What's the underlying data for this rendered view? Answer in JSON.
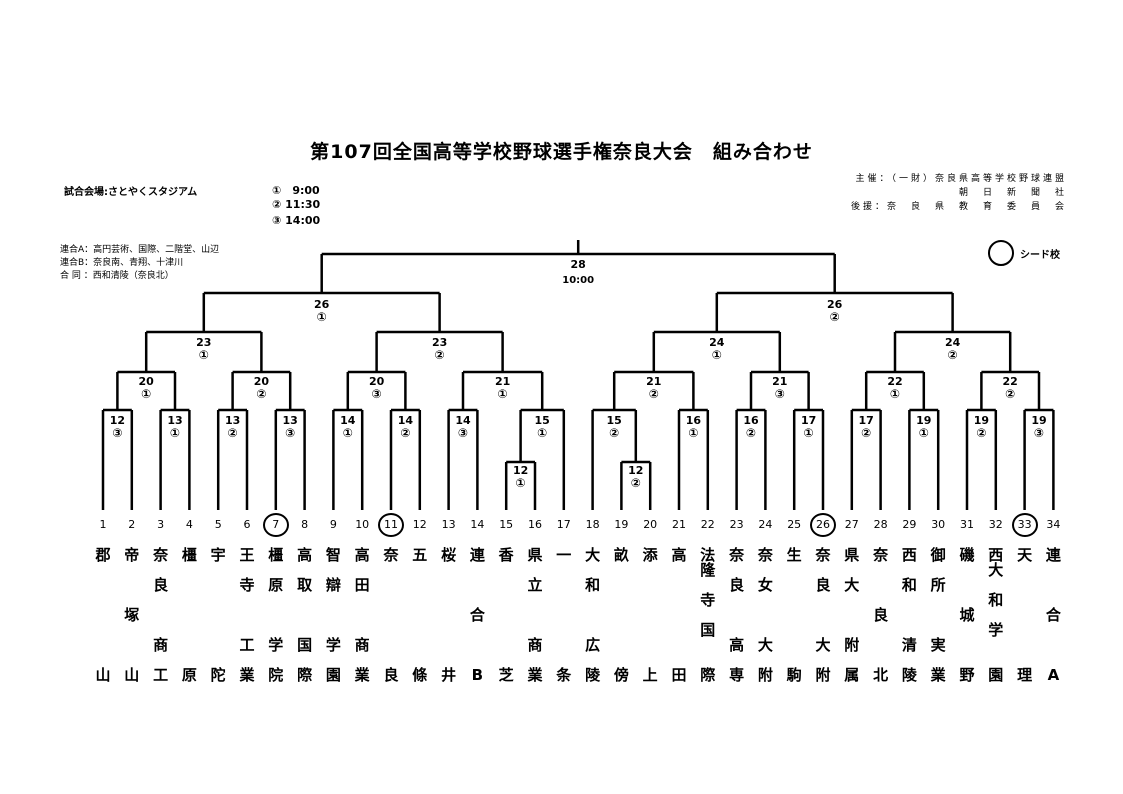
{
  "title": "第107回全国高等学校野球選手権奈良大会　組み合わせ",
  "venue": "試合会場:さとやくスタジアム",
  "times": [
    "①　9:00",
    "② 11:30",
    "③ 14:00"
  ],
  "organizers": {
    "host_label": "主催：（一財）奈良県高等学校野球連盟",
    "host_2": "朝　日　新　聞　社",
    "support_label": "後援：奈　良　県　教　育　委　員　会"
  },
  "notes": [
    "連合A：高円芸術、国際、二階堂、山辺",
    "連合B：奈良南、青翔、十津川",
    "合 同 ：西和清陵（奈良北）"
  ],
  "seed_legend": "シード校",
  "final": {
    "day": "28",
    "time": "10:00"
  },
  "matches": [
    {
      "id": "m1",
      "day": "12",
      "slot": "③"
    },
    {
      "id": "m2",
      "day": "13",
      "slot": "①"
    },
    {
      "id": "m3",
      "day": "13",
      "slot": "②"
    },
    {
      "id": "m4",
      "day": "13",
      "slot": "③"
    },
    {
      "id": "m5",
      "day": "14",
      "slot": "①"
    },
    {
      "id": "m6",
      "day": "14",
      "slot": "②"
    },
    {
      "id": "m7",
      "day": "14",
      "slot": "③"
    },
    {
      "id": "m8",
      "day": "12",
      "slot": "①"
    },
    {
      "id": "m9",
      "day": "15",
      "slot": "①"
    },
    {
      "id": "m10",
      "day": "12",
      "slot": "②"
    },
    {
      "id": "m11",
      "day": "15",
      "slot": "②"
    },
    {
      "id": "m12",
      "day": "16",
      "slot": "①"
    },
    {
      "id": "m13",
      "day": "16",
      "slot": "②"
    },
    {
      "id": "m14",
      "day": "17",
      "slot": "①"
    },
    {
      "id": "m15",
      "day": "17",
      "slot": "②"
    },
    {
      "id": "m16",
      "day": "19",
      "slot": "①"
    },
    {
      "id": "m17",
      "day": "19",
      "slot": "②"
    },
    {
      "id": "m18",
      "day": "19",
      "slot": "③"
    },
    {
      "id": "r1",
      "day": "20",
      "slot": "①"
    },
    {
      "id": "r2",
      "day": "20",
      "slot": "②"
    },
    {
      "id": "r3",
      "day": "20",
      "slot": "③"
    },
    {
      "id": "r4",
      "day": "21",
      "slot": "①"
    },
    {
      "id": "r5",
      "day": "21",
      "slot": "②"
    },
    {
      "id": "r6",
      "day": "21",
      "slot": "③"
    },
    {
      "id": "r7",
      "day": "22",
      "slot": "①"
    },
    {
      "id": "r8",
      "day": "22",
      "slot": "②"
    },
    {
      "id": "q1",
      "day": "23",
      "slot": "①"
    },
    {
      "id": "q2",
      "day": "23",
      "slot": "②"
    },
    {
      "id": "q3",
      "day": "24",
      "slot": "①"
    },
    {
      "id": "q4",
      "day": "24",
      "slot": "②"
    },
    {
      "id": "s1",
      "day": "26",
      "slot": "①"
    },
    {
      "id": "s2",
      "day": "26",
      "slot": "②"
    }
  ],
  "teams": [
    {
      "no": "1",
      "chars": [
        [
          "郡",
          0
        ],
        [
          "山",
          4
        ]
      ]
    },
    {
      "no": "2",
      "chars": [
        [
          "帝",
          0
        ],
        [
          "塚",
          2
        ],
        [
          "山",
          4
        ]
      ]
    },
    {
      "no": "3",
      "chars": [
        [
          "奈",
          0
        ],
        [
          "良",
          1
        ],
        [
          "商",
          3
        ],
        [
          "工",
          4
        ]
      ]
    },
    {
      "no": "4",
      "chars": [
        [
          "橿",
          0
        ],
        [
          "原",
          4
        ]
      ]
    },
    {
      "no": "5",
      "chars": [
        [
          "宇",
          0
        ],
        [
          "陀",
          4
        ]
      ]
    },
    {
      "no": "6",
      "chars": [
        [
          "王",
          0
        ],
        [
          "寺",
          1
        ],
        [
          "工",
          3
        ],
        [
          "業",
          4
        ]
      ]
    },
    {
      "no": "7",
      "seed": true,
      "chars": [
        [
          "橿",
          0
        ],
        [
          "原",
          1
        ],
        [
          "学",
          3
        ],
        [
          "院",
          4
        ]
      ]
    },
    {
      "no": "8",
      "chars": [
        [
          "高",
          0
        ],
        [
          "取",
          1
        ],
        [
          "国",
          3
        ],
        [
          "際",
          4
        ]
      ]
    },
    {
      "no": "9",
      "chars": [
        [
          "智",
          0
        ],
        [
          "辯",
          1
        ],
        [
          "学",
          3
        ],
        [
          "園",
          4
        ]
      ]
    },
    {
      "no": "10",
      "chars": [
        [
          "高",
          0
        ],
        [
          "田",
          1
        ],
        [
          "商",
          3
        ],
        [
          "業",
          4
        ]
      ]
    },
    {
      "no": "11",
      "seed": true,
      "chars": [
        [
          "奈",
          0
        ],
        [
          "良",
          4
        ]
      ]
    },
    {
      "no": "12",
      "chars": [
        [
          "五",
          0
        ],
        [
          "條",
          4
        ]
      ]
    },
    {
      "no": "13",
      "chars": [
        [
          "桜",
          0
        ],
        [
          "井",
          4
        ]
      ]
    },
    {
      "no": "14",
      "chars": [
        [
          "連",
          0
        ],
        [
          "合",
          2
        ],
        [
          "B",
          4
        ]
      ]
    },
    {
      "no": "15",
      "chars": [
        [
          "香",
          0
        ],
        [
          "芝",
          4
        ]
      ]
    },
    {
      "no": "16",
      "chars": [
        [
          "県",
          0
        ],
        [
          "立",
          1
        ],
        [
          "商",
          3
        ],
        [
          "業",
          4
        ]
      ]
    },
    {
      "no": "17",
      "chars": [
        [
          "一",
          0
        ],
        [
          "条",
          4
        ]
      ]
    },
    {
      "no": "18",
      "chars": [
        [
          "大",
          0
        ],
        [
          "和",
          1
        ],
        [
          "広",
          3
        ],
        [
          "陵",
          4
        ]
      ]
    },
    {
      "no": "19",
      "chars": [
        [
          "畝",
          0
        ],
        [
          "傍",
          4
        ]
      ]
    },
    {
      "no": "20",
      "chars": [
        [
          "添",
          0
        ],
        [
          "上",
          4
        ]
      ]
    },
    {
      "no": "21",
      "chars": [
        [
          "高",
          0
        ],
        [
          "田",
          4
        ]
      ]
    },
    {
      "no": "22",
      "chars": [
        [
          "法",
          0
        ],
        [
          "隆",
          0.5
        ],
        [
          "寺",
          1.5
        ],
        [
          "国",
          2.5
        ],
        [
          "際",
          4
        ]
      ]
    },
    {
      "no": "23",
      "chars": [
        [
          "奈",
          0
        ],
        [
          "良",
          1
        ],
        [
          "高",
          3
        ],
        [
          "専",
          4
        ]
      ]
    },
    {
      "no": "24",
      "chars": [
        [
          "奈",
          0
        ],
        [
          "女",
          1
        ],
        [
          "大",
          3
        ],
        [
          "附",
          4
        ]
      ]
    },
    {
      "no": "25",
      "chars": [
        [
          "生",
          0
        ],
        [
          "駒",
          4
        ]
      ]
    },
    {
      "no": "26",
      "seed": true,
      "chars": [
        [
          "奈",
          0
        ],
        [
          "良",
          1
        ],
        [
          "大",
          3
        ],
        [
          "附",
          4
        ]
      ]
    },
    {
      "no": "27",
      "chars": [
        [
          "県",
          0
        ],
        [
          "大",
          1
        ],
        [
          "附",
          3
        ],
        [
          "属",
          4
        ]
      ]
    },
    {
      "no": "28",
      "chars": [
        [
          "奈",
          0
        ],
        [
          "良",
          2
        ],
        [
          "北",
          4
        ]
      ]
    },
    {
      "no": "29",
      "chars": [
        [
          "西",
          0
        ],
        [
          "和",
          1
        ],
        [
          "清",
          3
        ],
        [
          "陵",
          4
        ]
      ]
    },
    {
      "no": "30",
      "chars": [
        [
          "御",
          0
        ],
        [
          "所",
          1
        ],
        [
          "実",
          3
        ],
        [
          "業",
          4
        ]
      ]
    },
    {
      "no": "31",
      "chars": [
        [
          "磯",
          0
        ],
        [
          "城",
          2
        ],
        [
          "野",
          4
        ]
      ]
    },
    {
      "no": "32",
      "chars": [
        [
          "西",
          0
        ],
        [
          "大",
          0.5
        ],
        [
          "和",
          1.5
        ],
        [
          "学",
          2.5
        ],
        [
          "園",
          4
        ]
      ]
    },
    {
      "no": "33",
      "seed": true,
      "chars": [
        [
          "天",
          0
        ],
        [
          "理",
          4
        ]
      ]
    },
    {
      "no": "34",
      "chars": [
        [
          "連",
          0
        ],
        [
          "合",
          2
        ],
        [
          "A",
          4
        ]
      ]
    }
  ]
}
